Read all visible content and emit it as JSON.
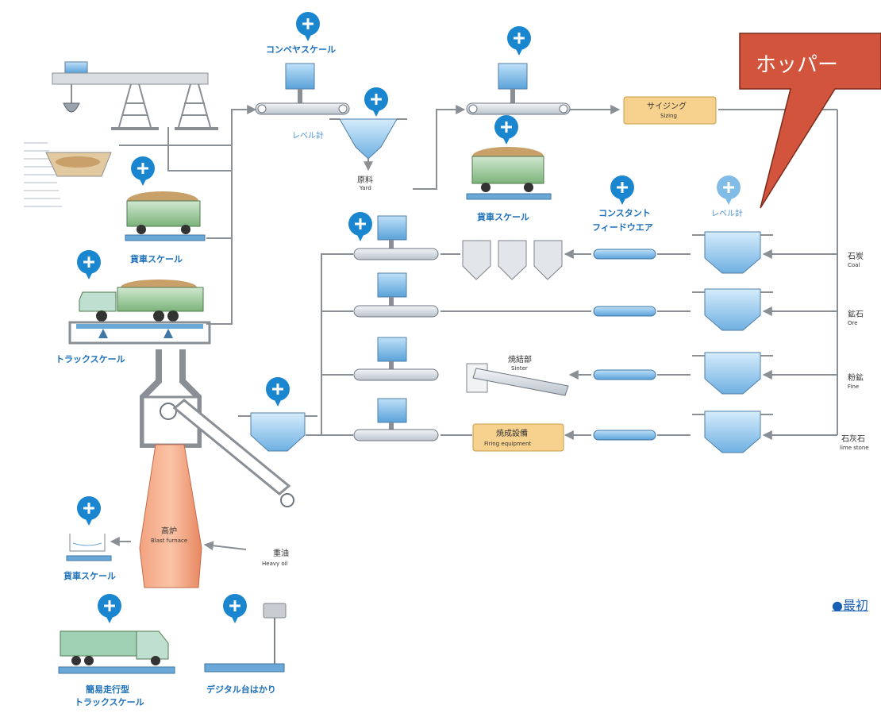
{
  "callout": {
    "text": "ホッパー"
  },
  "link": {
    "text": "●最初"
  },
  "labels": {
    "conveyor_scale": "コンベヤスケール",
    "level_meter_1": "レベル計",
    "yard_ja": "原料",
    "yard_en": "Yard",
    "sizing_ja": "サイジング",
    "sizing_en": "Sizing",
    "wagon_scale_top": "貨車スケール",
    "wagon_scale_left": "貨車スケール",
    "constant_feeder_1": "コンスタント",
    "constant_feeder_2": "フィードウエア",
    "level_meter_2": "レベル計",
    "truck_scale": "トラックスケール",
    "sinter_ja": "焼結部",
    "sinter_en": "Sinter",
    "firing_ja": "焼成設備",
    "firing_en": "Firing equipment",
    "blast_ja": "高炉",
    "blast_en": "Blast furnace",
    "heavy_oil_ja": "重油",
    "heavy_oil_en": "Heavy oil",
    "wagon_scale_bottom": "貨車スケール",
    "simple_truck_1": "簡易走行型",
    "simple_truck_2": "トラックスケール",
    "digital_platform": "デジタル台はかり",
    "coal_ja": "石炭",
    "coal_en": "Coal",
    "ore_ja": "鉱石",
    "ore_en": "Ore",
    "fine_ja": "粉鉱",
    "fine_en": "Fine",
    "lime_ja": "石灰石",
    "lime_en": "lime stone"
  },
  "colors": {
    "pin": "#1a86d0",
    "line": "#8a8f96",
    "callout": "#d2543c",
    "furnace": "#ef9a78",
    "hopper": "#9cc8ec",
    "label_box": "#f7d28e"
  }
}
